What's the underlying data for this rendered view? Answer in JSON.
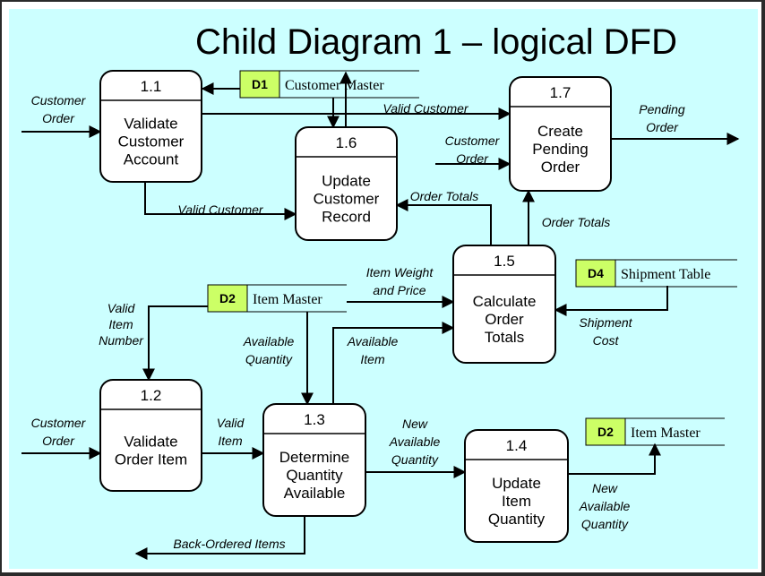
{
  "title": "Child Diagram 1 – logical DFD",
  "colors": {
    "background": "#ccffff",
    "frame": "#2a2a2a",
    "process_fill": "#ffffff",
    "store_id_fill": "#ccff66",
    "line": "#000000"
  },
  "processes": [
    {
      "key": "p11",
      "id": "1.1",
      "lines": [
        "Validate",
        "Customer",
        "Account"
      ]
    },
    {
      "key": "p16",
      "id": "1.6",
      "lines": [
        "Update",
        "Customer",
        "Record"
      ]
    },
    {
      "key": "p17",
      "id": "1.7",
      "lines": [
        "Create",
        "Pending",
        "Order"
      ]
    },
    {
      "key": "p15",
      "id": "1.5",
      "lines": [
        "Calculate",
        "Order",
        "Totals"
      ]
    },
    {
      "key": "p12",
      "id": "1.2",
      "lines": [
        "Validate",
        "Order Item"
      ]
    },
    {
      "key": "p13",
      "id": "1.3",
      "lines": [
        "Determine",
        "Quantity",
        "Available"
      ]
    },
    {
      "key": "p14",
      "id": "1.4",
      "lines": [
        "Update",
        "Item",
        "Quantity"
      ]
    }
  ],
  "data_stores": [
    {
      "key": "d1",
      "id": "D1",
      "name": "Customer Master"
    },
    {
      "key": "d2a",
      "id": "D2",
      "name": "Item Master"
    },
    {
      "key": "d4",
      "id": "D4",
      "name": "Shipment Table"
    },
    {
      "key": "d2b",
      "id": "D2",
      "name": "Item Master"
    }
  ],
  "flow_labels": [
    {
      "key": "f_cust_order_1",
      "lines": [
        "Customer",
        "Order"
      ]
    },
    {
      "key": "f_valid_customer_top",
      "lines": [
        "Valid Customer"
      ]
    },
    {
      "key": "f_pending_order",
      "lines": [
        "Pending",
        "Order"
      ]
    },
    {
      "key": "f_cust_order_2",
      "lines": [
        "Customer",
        "Order"
      ]
    },
    {
      "key": "f_order_totals_16",
      "lines": [
        "Order Totals"
      ]
    },
    {
      "key": "f_valid_customer_low",
      "lines": [
        "Valid Customer"
      ]
    },
    {
      "key": "f_order_totals_17",
      "lines": [
        "Order Totals"
      ]
    },
    {
      "key": "f_item_weight",
      "lines": [
        "Item Weight",
        "and Price"
      ]
    },
    {
      "key": "f_shipment_cost",
      "lines": [
        "Shipment",
        "Cost"
      ]
    },
    {
      "key": "f_valid_item_number",
      "lines": [
        "Valid",
        "Item",
        "Number"
      ]
    },
    {
      "key": "f_available_quantity",
      "lines": [
        "Available",
        "Quantity"
      ]
    },
    {
      "key": "f_available_item",
      "lines": [
        "Available",
        "Item"
      ]
    },
    {
      "key": "f_cust_order_3",
      "lines": [
        "Customer",
        "Order"
      ]
    },
    {
      "key": "f_valid_item",
      "lines": [
        "Valid",
        "Item"
      ]
    },
    {
      "key": "f_new_avail_qty_1",
      "lines": [
        "New",
        "Available",
        "Quantity"
      ]
    },
    {
      "key": "f_new_avail_qty_2",
      "lines": [
        "New",
        "Available",
        "Quantity"
      ]
    },
    {
      "key": "f_back_ordered",
      "lines": [
        "Back-Ordered Items"
      ]
    }
  ]
}
